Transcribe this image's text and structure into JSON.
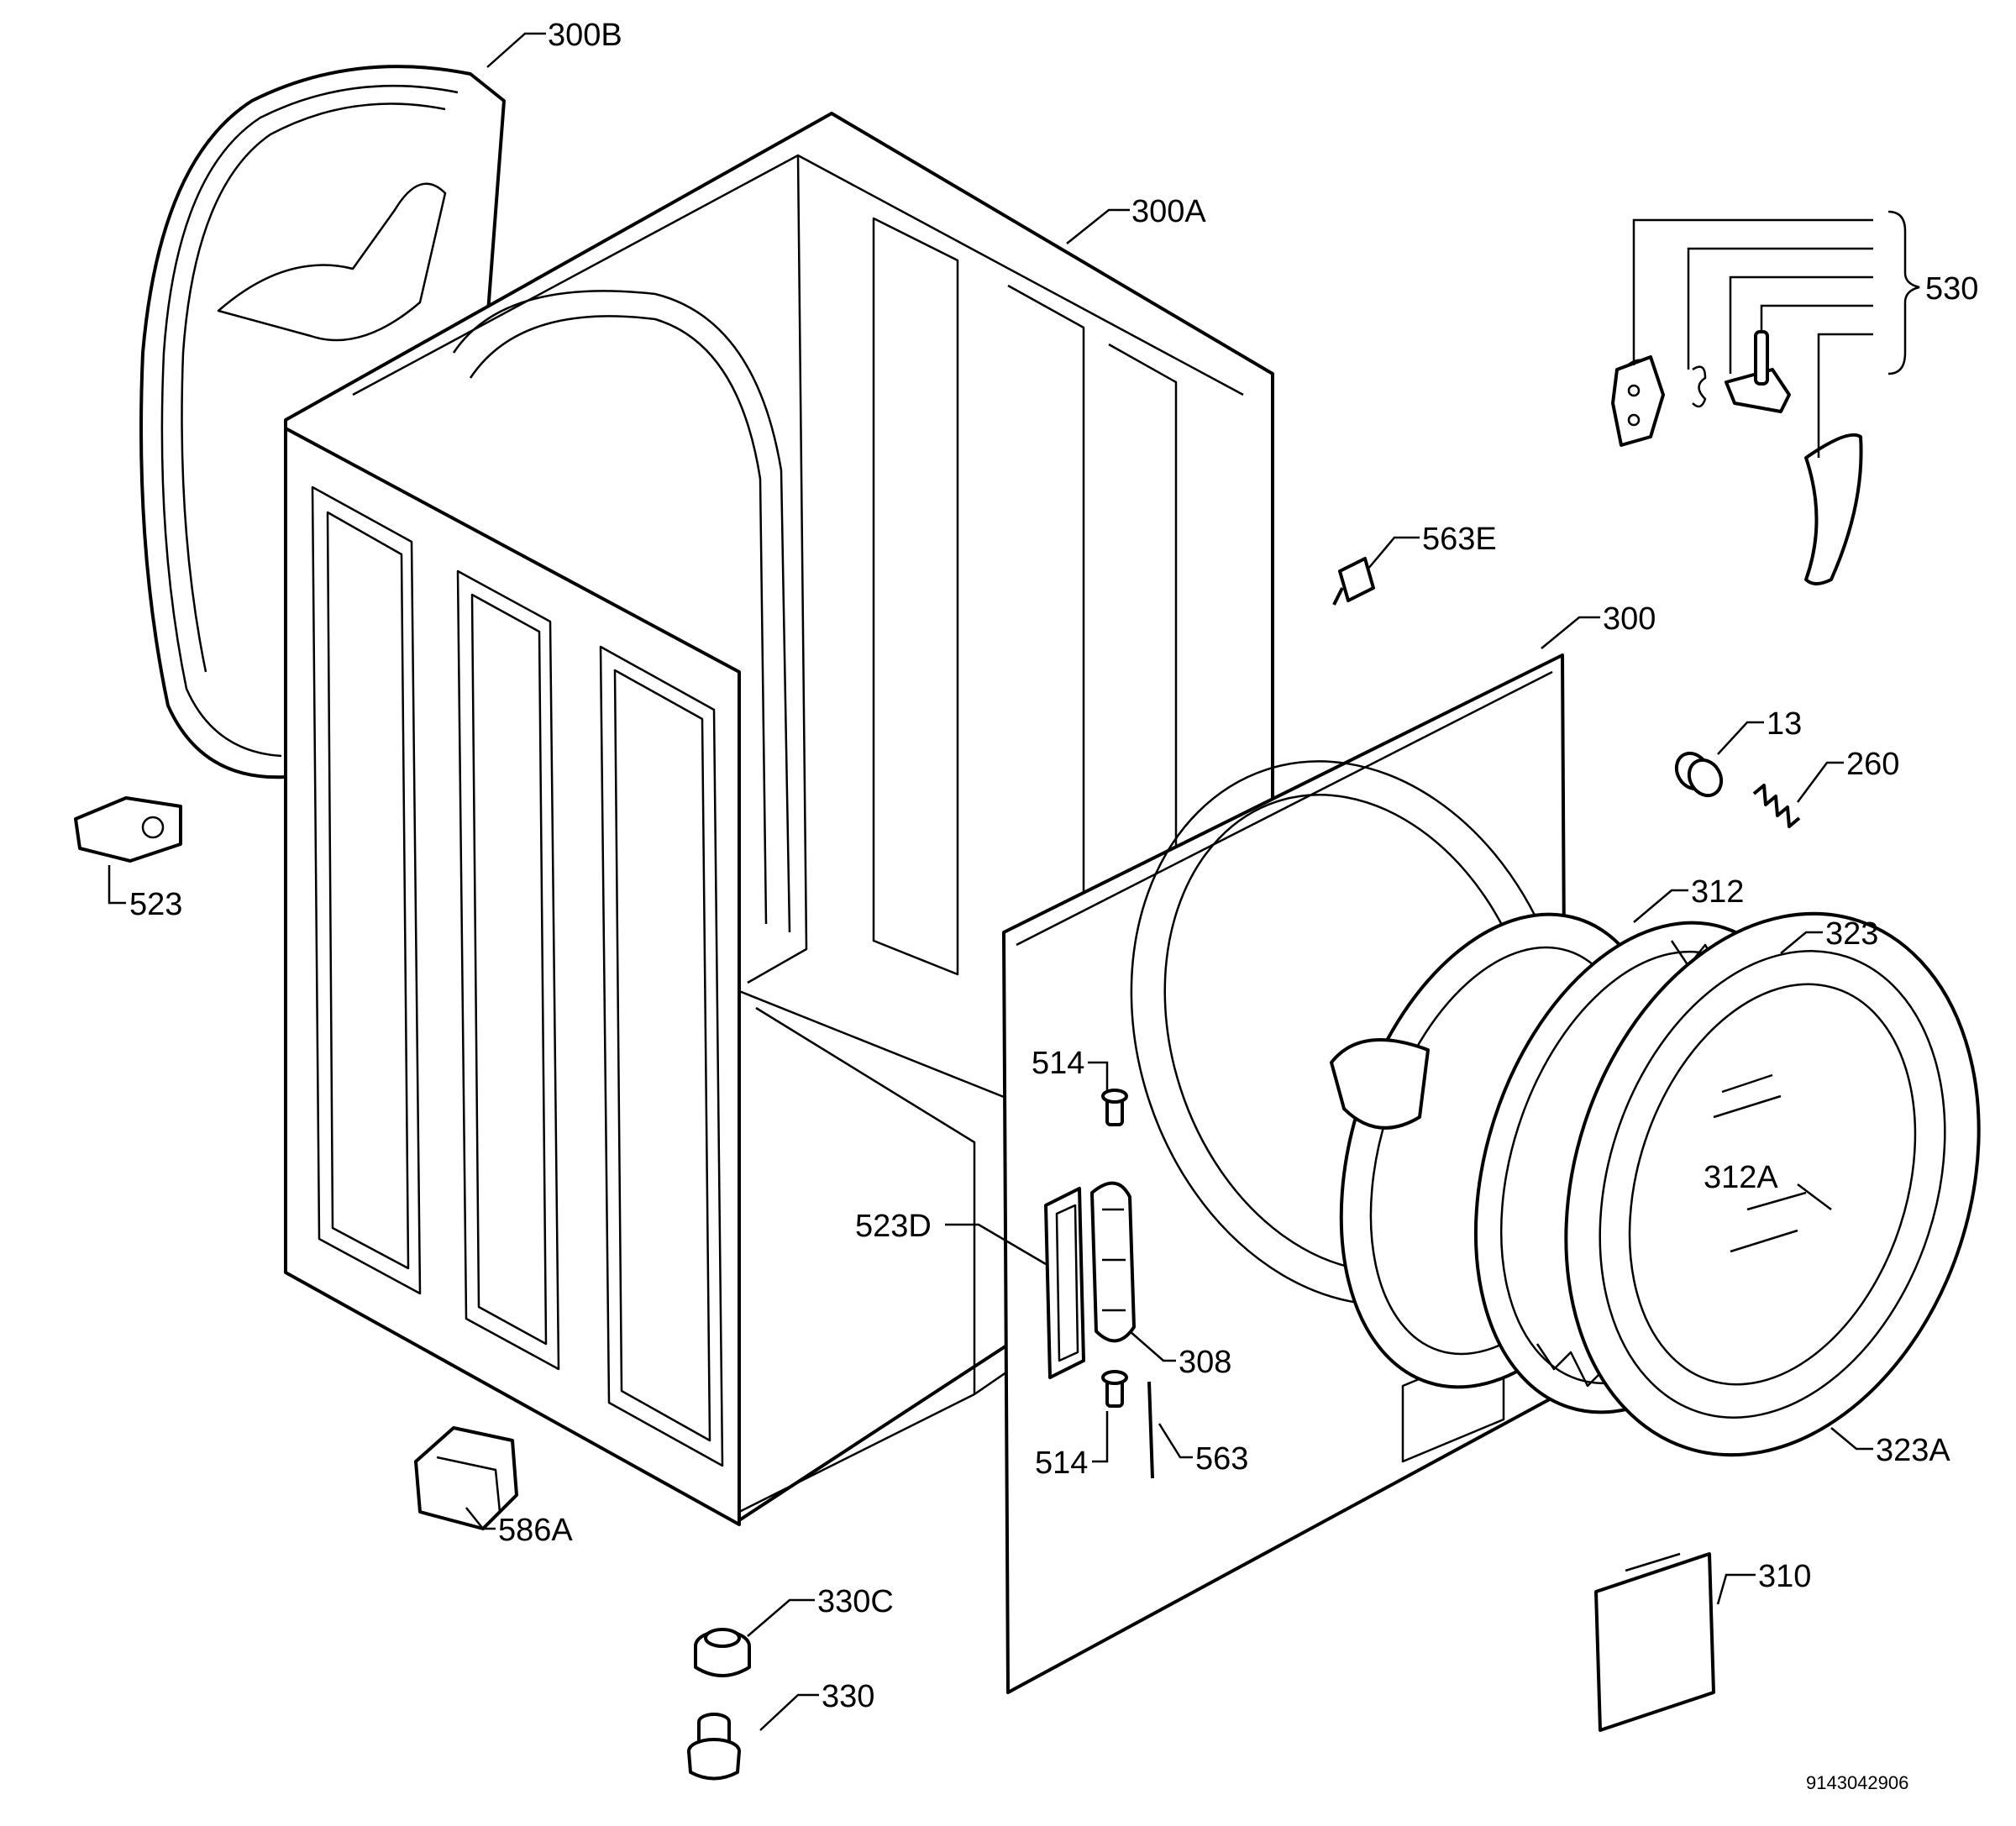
{
  "labels": {
    "l300B": "300B",
    "l300A": "300A",
    "l530": "530",
    "l563E": "563E",
    "l300": "300",
    "l13": "13",
    "l260": "260",
    "l523": "523",
    "l312": "312",
    "l323": "323",
    "l514a": "514",
    "l312A": "312A",
    "l523D": "523D",
    "l308": "308",
    "l514b": "514",
    "l563": "563",
    "l323A": "323A",
    "l586A": "586A",
    "l310": "310",
    "l330C": "330C",
    "l330": "330"
  },
  "document_number": "9143042906",
  "colors": {
    "line": "#000000",
    "background": "#ffffff"
  }
}
